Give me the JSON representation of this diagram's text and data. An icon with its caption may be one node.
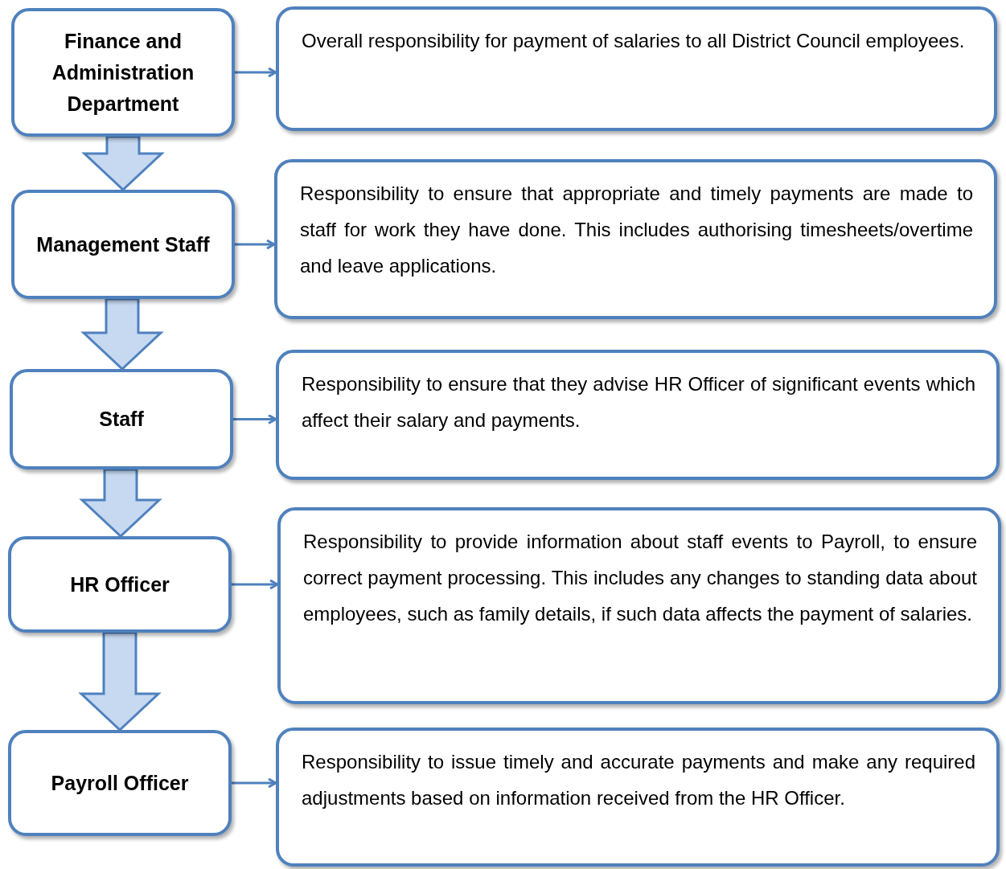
{
  "diagram": {
    "nodes": [
      {
        "text": [
          "Finance and Administration Department"
        ]
      },
      {
        "text": [
          "Overall responsibility for payment of salaries to all District Council employees."
        ]
      },
      {
        "text": [
          "Management Staff"
        ]
      },
      {
        "text": [
          "Responsibility to ensure that appropriate and timely payments are made to staff for work they have done. This includes authorising timesheets/overtime and leave applications."
        ]
      },
      {
        "text": [
          "Staff"
        ]
      },
      {
        "text": [
          "Responsibility to ensure that they advise HR Officer of significant events which affect their salary and payments."
        ]
      },
      {
        "text": [
          "HR Officer"
        ]
      },
      {
        "text": [
          "Responsibility to provide information about staff events to Payroll, to ensure correct payment processing. This includes any changes to standing data about employees, such as family details, if such data affects the payment of salaries."
        ]
      },
      {
        "text": [
          "Payroll Officer"
        ]
      },
      {
        "text": [
          "Responsibility to issue timely and accurate payments and make any required adjustments based on information received from the HR Officer."
        ]
      }
    ],
    "edges": [
      {
        "from": 0,
        "to": 1,
        "arrow": "to"
      },
      {
        "from": 2,
        "to": 3,
        "arrow": "to"
      },
      {
        "from": 4,
        "to": 5,
        "arrow": "to"
      },
      {
        "from": 6,
        "to": 7,
        "arrow": "to"
      },
      {
        "from": 8,
        "to": 9,
        "arrow": "to"
      },
      {
        "from": 0,
        "to": 2,
        "arrow": "to",
        "style": "thick"
      },
      {
        "from": 2,
        "to": 4,
        "arrow": "to",
        "style": "thick"
      },
      {
        "from": 4,
        "to": 6,
        "arrow": "to",
        "style": "thick"
      },
      {
        "from": 6,
        "to": 8,
        "arrow": "to",
        "style": "thick"
      }
    ]
  }
}
